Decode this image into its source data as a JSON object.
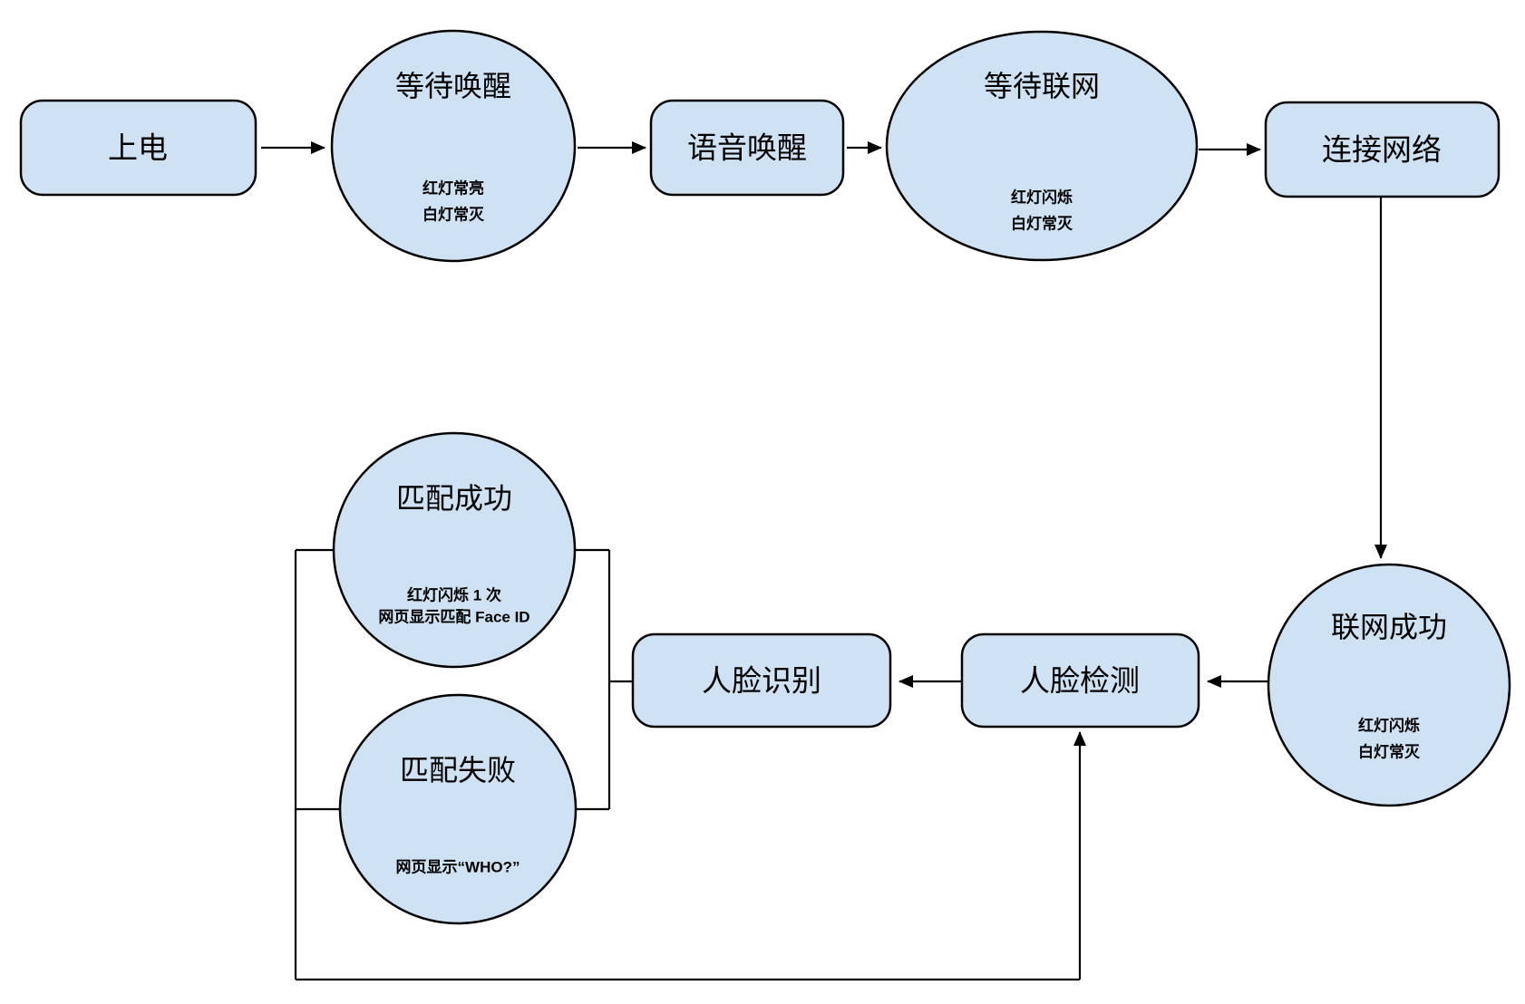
{
  "page": {
    "background_color": "#ffffff"
  },
  "style": {
    "node_fill": "#cfe2f3",
    "node_stroke": "#000000",
    "connector_color": "#000000",
    "text_color": "#000000"
  },
  "nodes": {
    "power_on": {
      "label": "上电"
    },
    "wait_wake": {
      "title": "等待唤醒",
      "status_line1": "红灯常亮",
      "status_line2": "白灯常灭"
    },
    "voice_wake": {
      "label": "语音唤醒"
    },
    "wait_network": {
      "title": "等待联网",
      "status_line1": "红灯闪烁",
      "status_line2": "白灯常灭"
    },
    "connect_network": {
      "label": "连接网络"
    },
    "network_success": {
      "title": "联网成功",
      "status_line1": "红灯闪烁",
      "status_line2": "白灯常灭"
    },
    "face_detect": {
      "label": "人脸检测"
    },
    "face_recognize": {
      "label": "人脸识别"
    },
    "match_success": {
      "title": "匹配成功",
      "status_line1": "红灯闪烁 1 次",
      "status_line2": "网页显示匹配 Face ID"
    },
    "match_fail": {
      "title": "匹配失败",
      "status_line1": "网页显示“WHO?”"
    }
  }
}
